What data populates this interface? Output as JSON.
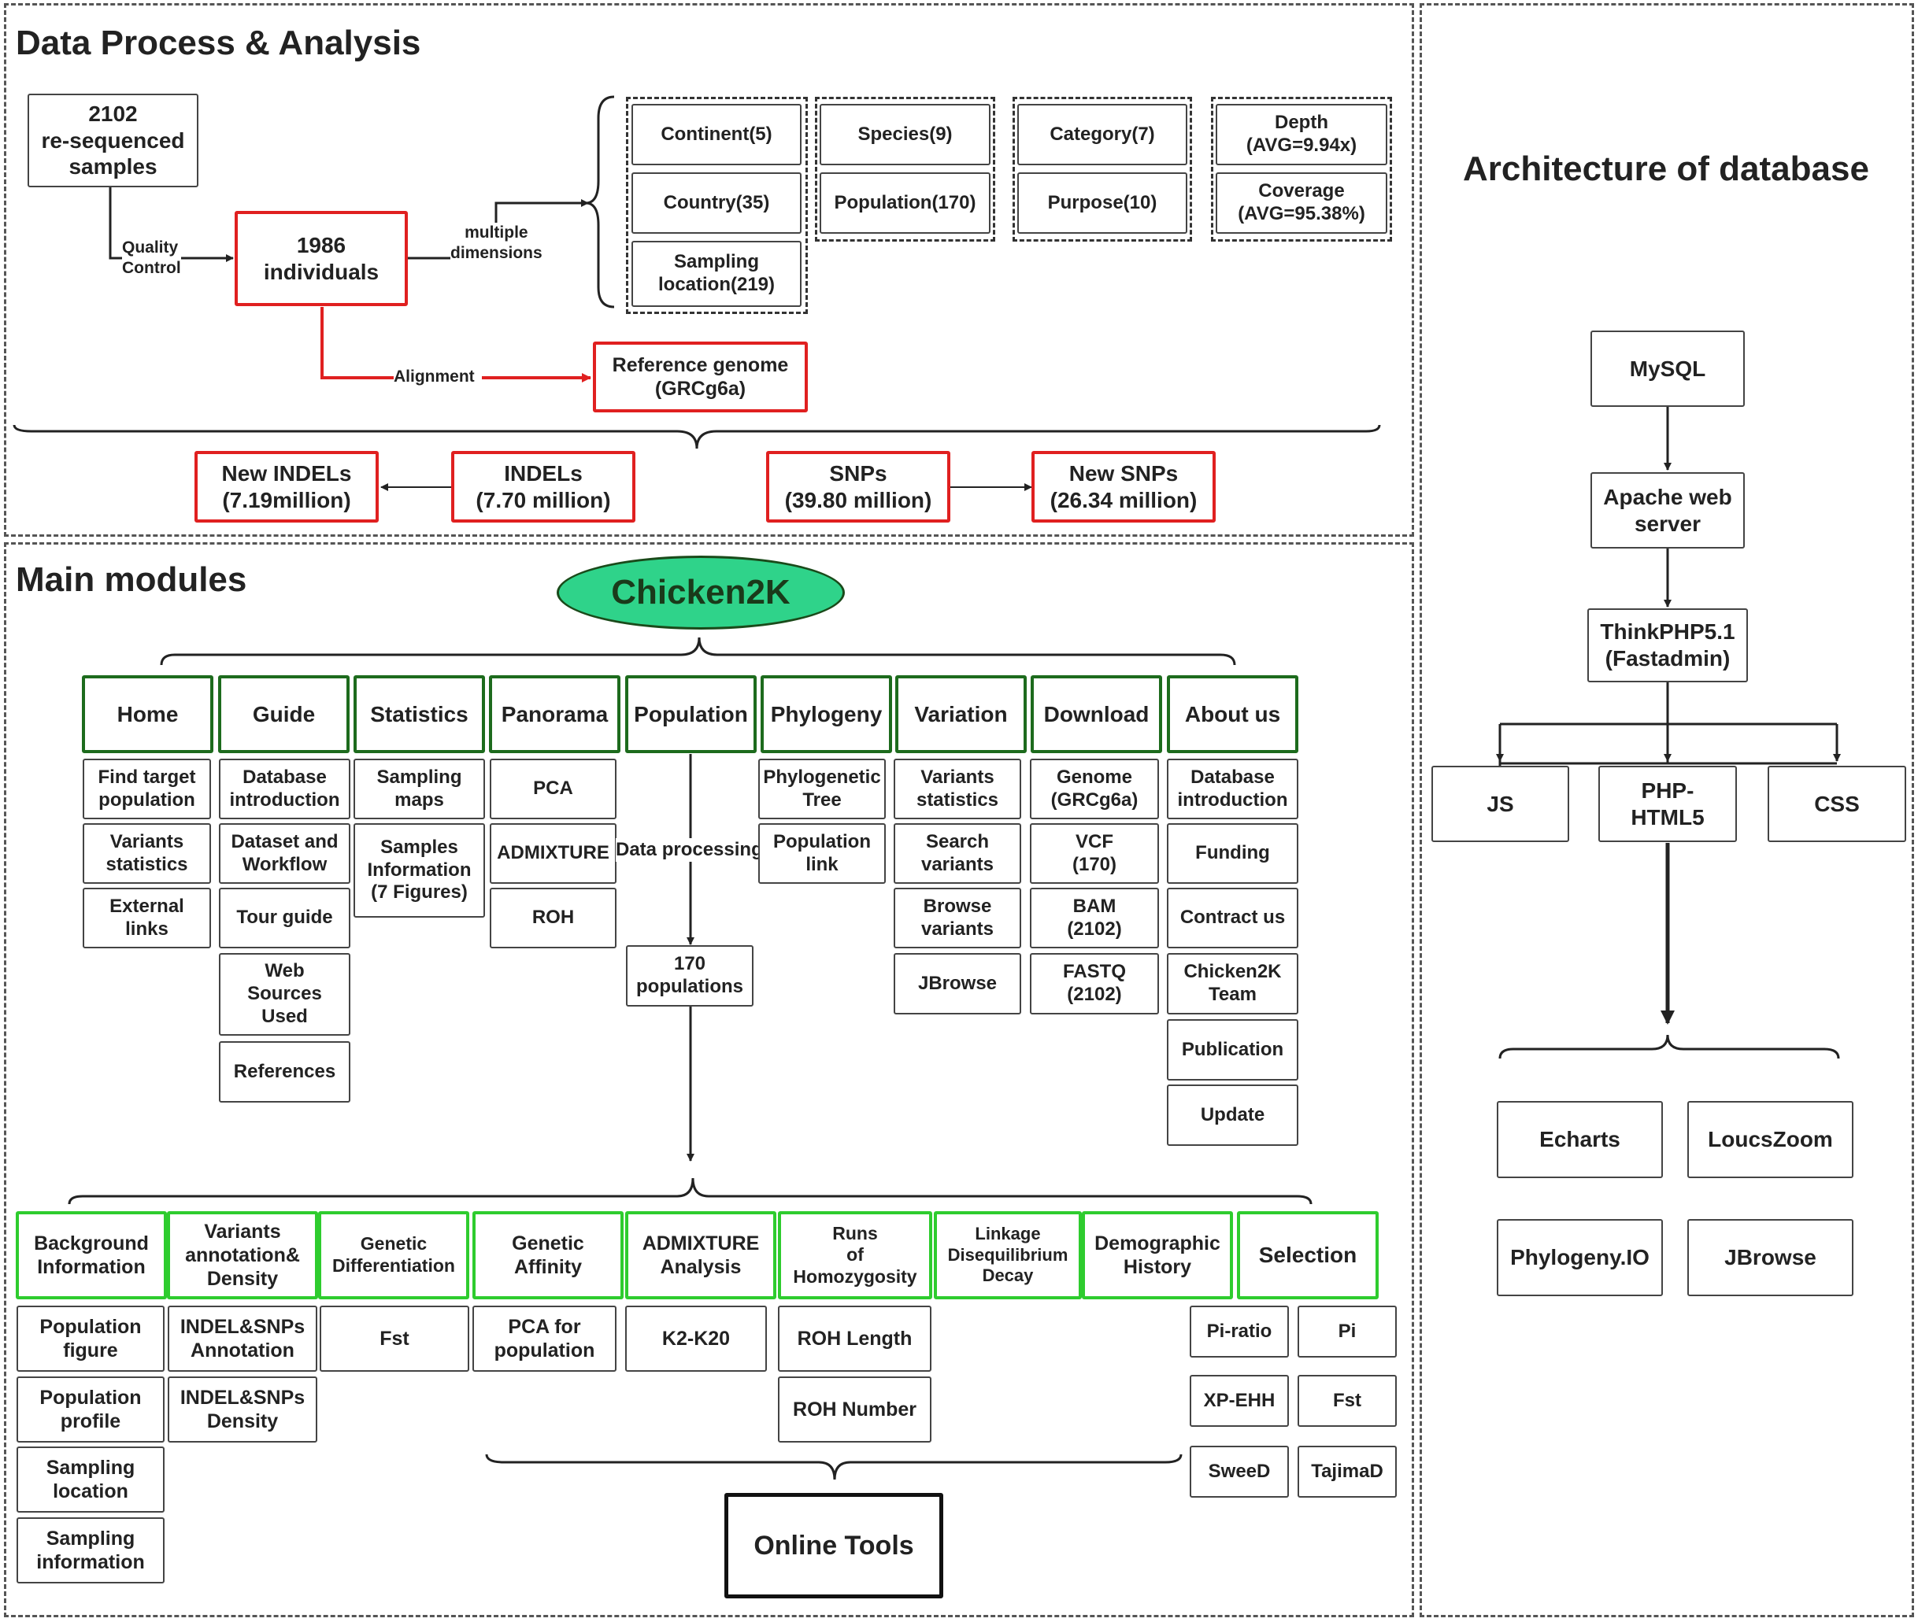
{
  "panels": {
    "data_process_title": "Data Process & Analysis",
    "main_modules_title": "Main modules",
    "architecture_title": "Architecture of database"
  },
  "data_process": {
    "samples": "2102\nre-sequenced\nsamples",
    "quality_control": "Quality\nControl",
    "individuals": "1986\nindividuals",
    "multiple_dimensions": "multiple\ndimensions",
    "alignment": "Alignment",
    "reference_genome": "Reference genome\n(GRCg6a)",
    "dimensions": {
      "continent": "Continent(5)",
      "country": "Country(35)",
      "sampling_location": "Sampling\nlocation(219)",
      "species": "Species(9)",
      "population": "Population(170)",
      "category": "Category(7)",
      "purpose": "Purpose(10)",
      "depth": "Depth\n(AVG=9.94x)",
      "coverage": "Coverage\n(AVG=95.38%)"
    },
    "new_indels": "New INDELs\n(7.19million)",
    "indels": "INDELs\n(7.70 million)",
    "snps": "SNPs\n(39.80 million)",
    "new_snps": "New SNPs\n(26.34 million)"
  },
  "main_modules": {
    "root": "Chicken2K",
    "modules": {
      "home": {
        "title": "Home",
        "items": [
          "Find target\npopulation",
          "Variants\nstatistics",
          "External\nlinks"
        ]
      },
      "guide": {
        "title": "Guide",
        "items": [
          "Database\nintroduction",
          "Dataset and\nWorkflow",
          "Tour guide",
          "Web\nSources\nUsed",
          "References"
        ]
      },
      "statistics": {
        "title": "Statistics",
        "items": [
          "Sampling\nmaps",
          "Samples\nInformation\n(7 Figures)"
        ]
      },
      "panorama": {
        "title": "Panorama",
        "items": [
          "PCA",
          "ADMIXTURE",
          "ROH"
        ]
      },
      "population": {
        "title": "Population",
        "data_processing": "Data processing",
        "populations": "170\npopulations"
      },
      "phylogeny": {
        "title": "Phylogeny",
        "items": [
          "Phylogenetic\nTree",
          "Population\nlink"
        ]
      },
      "variation": {
        "title": "Variation",
        "items": [
          "Variants\nstatistics",
          "Search\nvariants",
          "Browse\nvariants",
          "JBrowse"
        ]
      },
      "download": {
        "title": "Download",
        "items": [
          "Genome\n(GRCg6a)",
          "VCF\n(170)",
          "BAM\n(2102)",
          "FASTQ\n(2102)"
        ]
      },
      "about": {
        "title": "About us",
        "items": [
          "Database\nintroduction",
          "Funding",
          "Contract us",
          "Chicken2K\nTeam",
          "Publication",
          "Update"
        ]
      }
    },
    "analysis": {
      "background": {
        "title": "Background\nInformation",
        "items": [
          "Population\nfigure",
          "Population\nprofile",
          "Sampling\nlocation",
          "Sampling\ninformation"
        ]
      },
      "variants": {
        "title": "Variants\nannotation&\nDensity",
        "items": [
          "INDEL&SNPs\nAnnotation",
          "INDEL&SNPs\nDensity"
        ]
      },
      "genetic_diff": {
        "title": "Genetic\nDifferentiation",
        "items": [
          "Fst"
        ]
      },
      "genetic_affinity": {
        "title": "Genetic\nAffinity",
        "items": [
          "PCA for\npopulation"
        ]
      },
      "admixture": {
        "title": "ADMIXTURE\nAnalysis",
        "items": [
          "K2-K20"
        ]
      },
      "roh": {
        "title": "Runs\nof\nHomozygosity",
        "items": [
          "ROH Length",
          "ROH Number"
        ]
      },
      "ld": {
        "title": "Linkage\nDisequilibrium\nDecay"
      },
      "demographic": {
        "title": "Demographic\nHistory"
      },
      "selection": {
        "title": "Selection",
        "items": [
          "Pi-ratio",
          "Pi",
          "XP-EHH",
          "Fst",
          "SweeD",
          "TajimaD"
        ]
      }
    },
    "online_tools": "Online Tools"
  },
  "architecture": {
    "mysql": "MySQL",
    "apache": "Apache web\nserver",
    "thinkphp": "ThinkPHP5.1\n(Fastadmin)",
    "js": "JS",
    "php": "PHP-\nHTML5",
    "css": "CSS",
    "echarts": "Echarts",
    "locuszoom": "LoucsZoom",
    "phylogeny_io": "Phylogeny.IO",
    "jbrowse": "JBrowse"
  }
}
